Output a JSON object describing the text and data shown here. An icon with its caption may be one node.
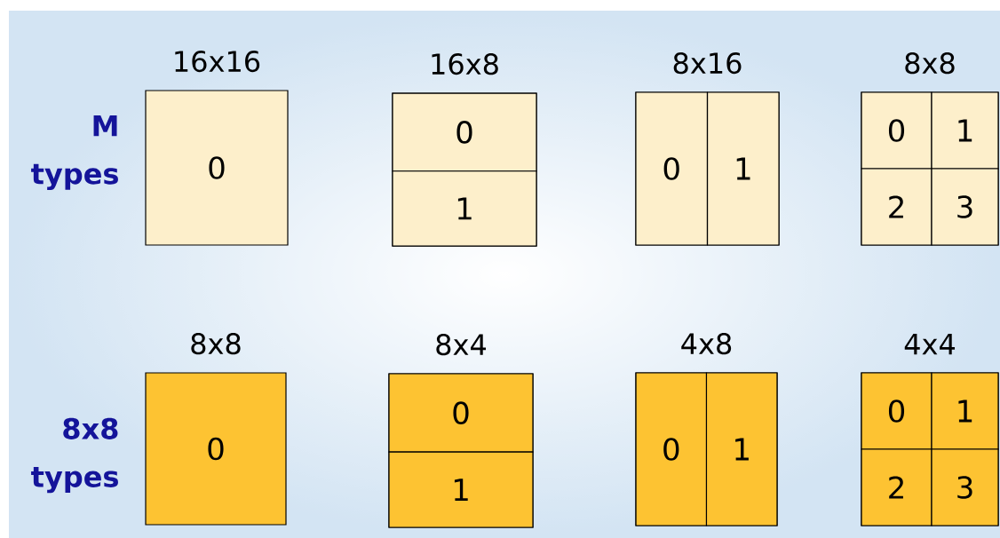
{
  "diagram": {
    "nodes": [
      {
        "text": [
          "16x16",
          "0"
        ]
      },
      {
        "text": [
          "16x8"
        ]
      },
      {
        "text": [
          "0"
        ],
        "in": 1
      },
      {
        "text": [
          "1"
        ],
        "in": 1
      },
      {
        "text": [
          "8x16"
        ]
      },
      {
        "text": [
          "0"
        ],
        "in": 4
      },
      {
        "text": [
          "1"
        ],
        "in": 4
      },
      {
        "text": [
          "8x8"
        ]
      },
      {
        "text": [
          "0"
        ],
        "in": 7
      },
      {
        "text": [
          "1"
        ],
        "in": 7
      },
      {
        "text": [
          "2"
        ],
        "in": 7
      },
      {
        "text": [
          "3"
        ],
        "in": 7
      },
      {
        "text": [
          "8x8",
          "0"
        ]
      },
      {
        "text": [
          "8x4"
        ]
      },
      {
        "text": [
          "0"
        ],
        "in": 13
      },
      {
        "text": [
          "1"
        ],
        "in": 13
      },
      {
        "text": [
          "4x8"
        ]
      },
      {
        "text": [
          "0"
        ],
        "in": 16
      },
      {
        "text": [
          "1"
        ],
        "in": 16
      },
      {
        "text": [
          "4x4"
        ]
      },
      {
        "text": [
          "0"
        ],
        "in": 19
      },
      {
        "text": [
          "1"
        ],
        "in": 19
      },
      {
        "text": [
          "2"
        ],
        "in": 19
      },
      {
        "text": [
          "3"
        ],
        "in": 19
      }
    ],
    "labels": [
      "M types",
      "8x8 types"
    ]
  }
}
